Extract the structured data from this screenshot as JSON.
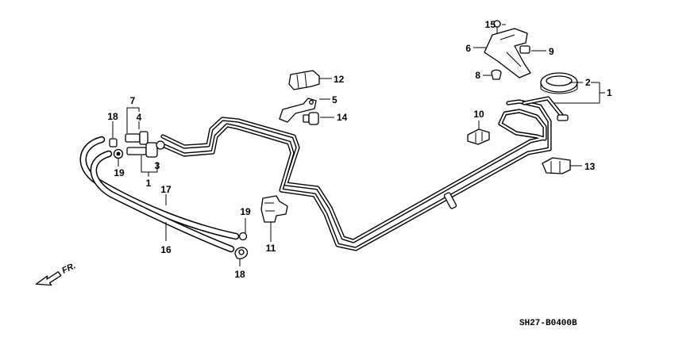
{
  "diagram": {
    "code": "SH27-B0400B",
    "direction_marker": "FR."
  },
  "callouts": {
    "c1_right": "1",
    "c2": "2",
    "c5": "5",
    "c6": "6",
    "c8": "8",
    "c9": "9",
    "c10": "10",
    "c12": "12",
    "c13": "13",
    "c14": "14",
    "c15": "15",
    "c7": "7",
    "c4": "4",
    "c3": "3",
    "c1_left": "1",
    "c18_top": "18",
    "c19_left": "19",
    "c17": "17",
    "c16": "16",
    "c19_mid": "19",
    "c18_bottom": "18",
    "c11": "11"
  }
}
